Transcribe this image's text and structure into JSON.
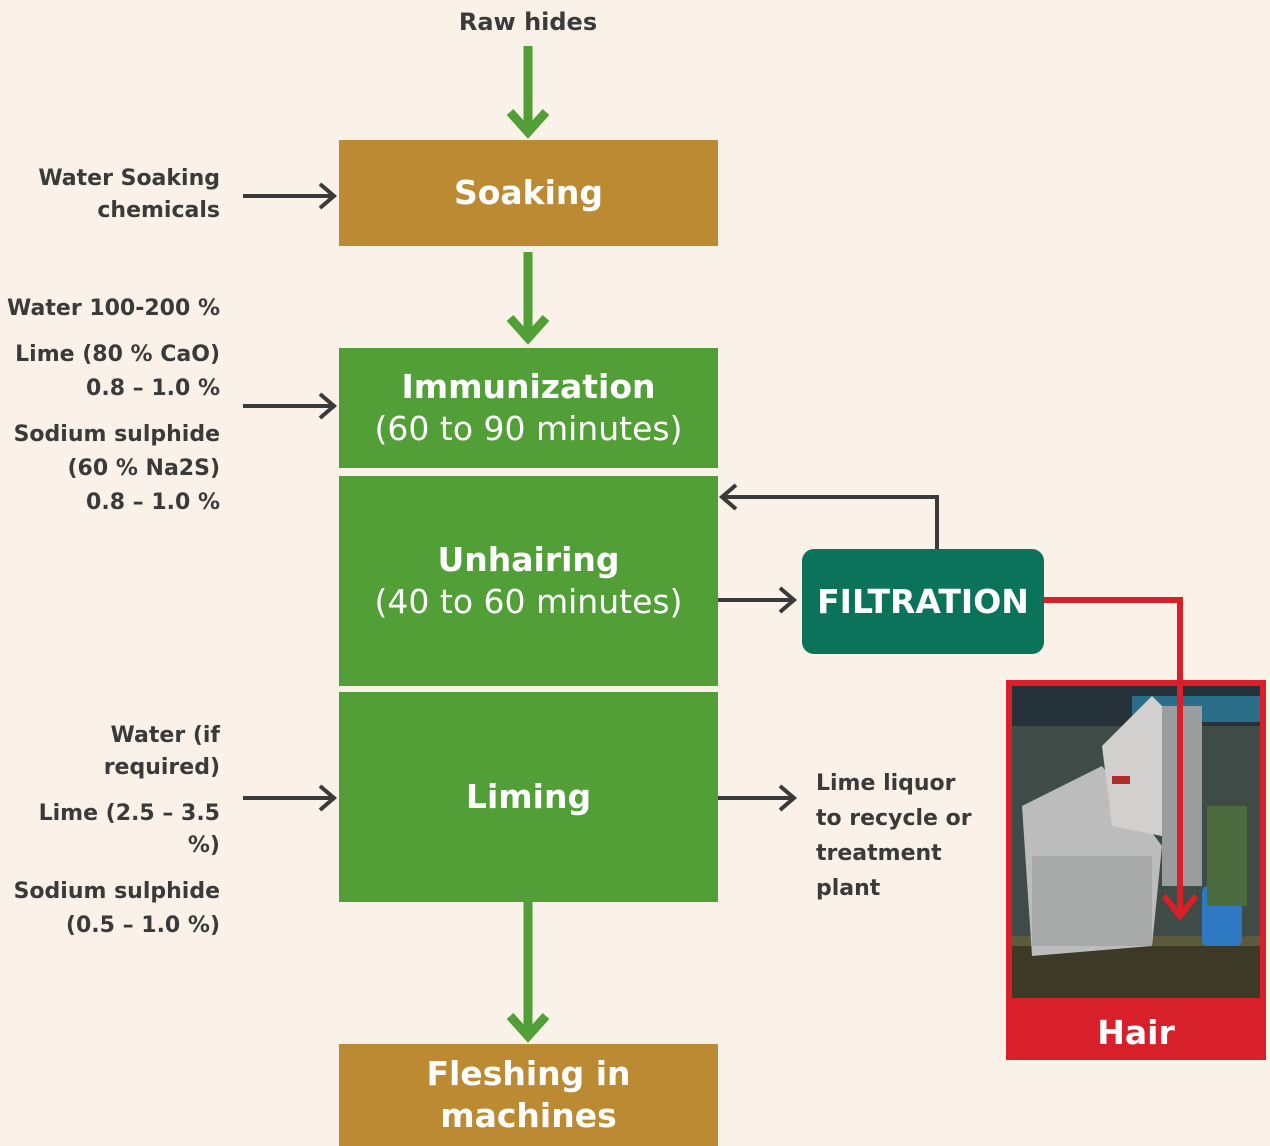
{
  "top_input": "Raw hides",
  "steps": {
    "soaking": {
      "title": "Soaking"
    },
    "immunization": {
      "title": "Immunization",
      "duration": "(60 to 90 minutes)"
    },
    "unhairing": {
      "title": "Unhairing",
      "duration": "(40 to 60 minutes)"
    },
    "liming": {
      "title": "Liming"
    },
    "fleshing": {
      "title": "Fleshing in machines"
    },
    "filtration": {
      "title": "FILTRATION"
    }
  },
  "inputs": {
    "soaking": [
      "Water Soaking",
      "chemicals"
    ],
    "immunization": {
      "water": "Water 100-200 %",
      "lime_1": "Lime (80 % CaO)",
      "lime_2": "0.8 – 1.0 %",
      "sulphide_1": "Sodium sulphide",
      "sulphide_2": "(60 % Na2S)",
      "sulphide_3": "0.8 – 1.0 %"
    },
    "liming": {
      "water": "Water (if required)",
      "lime": "Lime (2.5 – 3.5 %)",
      "sulphide_1": "Sodium sulphide",
      "sulphide_2": "(0.5 – 1.0 %)"
    }
  },
  "outputs": {
    "liming": [
      "Lime liquor",
      "to recycle or",
      "treatment",
      "plant"
    ],
    "hair": "Hair"
  },
  "colors": {
    "background": "#faf2e9",
    "brown_step": "#bb8a32",
    "green_step": "#529f38",
    "filtration": "#0c735b",
    "hair": "#d7202a",
    "green_arrow": "#529f38",
    "dark_arrow": "#3a3a3a"
  }
}
